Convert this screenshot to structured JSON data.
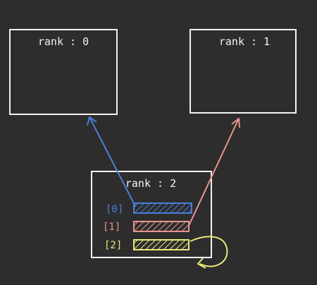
{
  "boxes": {
    "rank0": {
      "label": "rank : 0"
    },
    "rank1": {
      "label": "rank : 1"
    },
    "rank2": {
      "label": "rank : 2"
    }
  },
  "slots": [
    {
      "label": "[0]",
      "color": "#4a7fd8"
    },
    {
      "label": "[1]",
      "color": "#e8968f"
    },
    {
      "label": "[2]",
      "color": "#e8e87a"
    }
  ],
  "colors": {
    "background": "#2d2d2d",
    "line": "#f2f2f2",
    "blue": "#4a7fd8",
    "salmon": "#e8968f",
    "yellow": "#e8e87a"
  }
}
